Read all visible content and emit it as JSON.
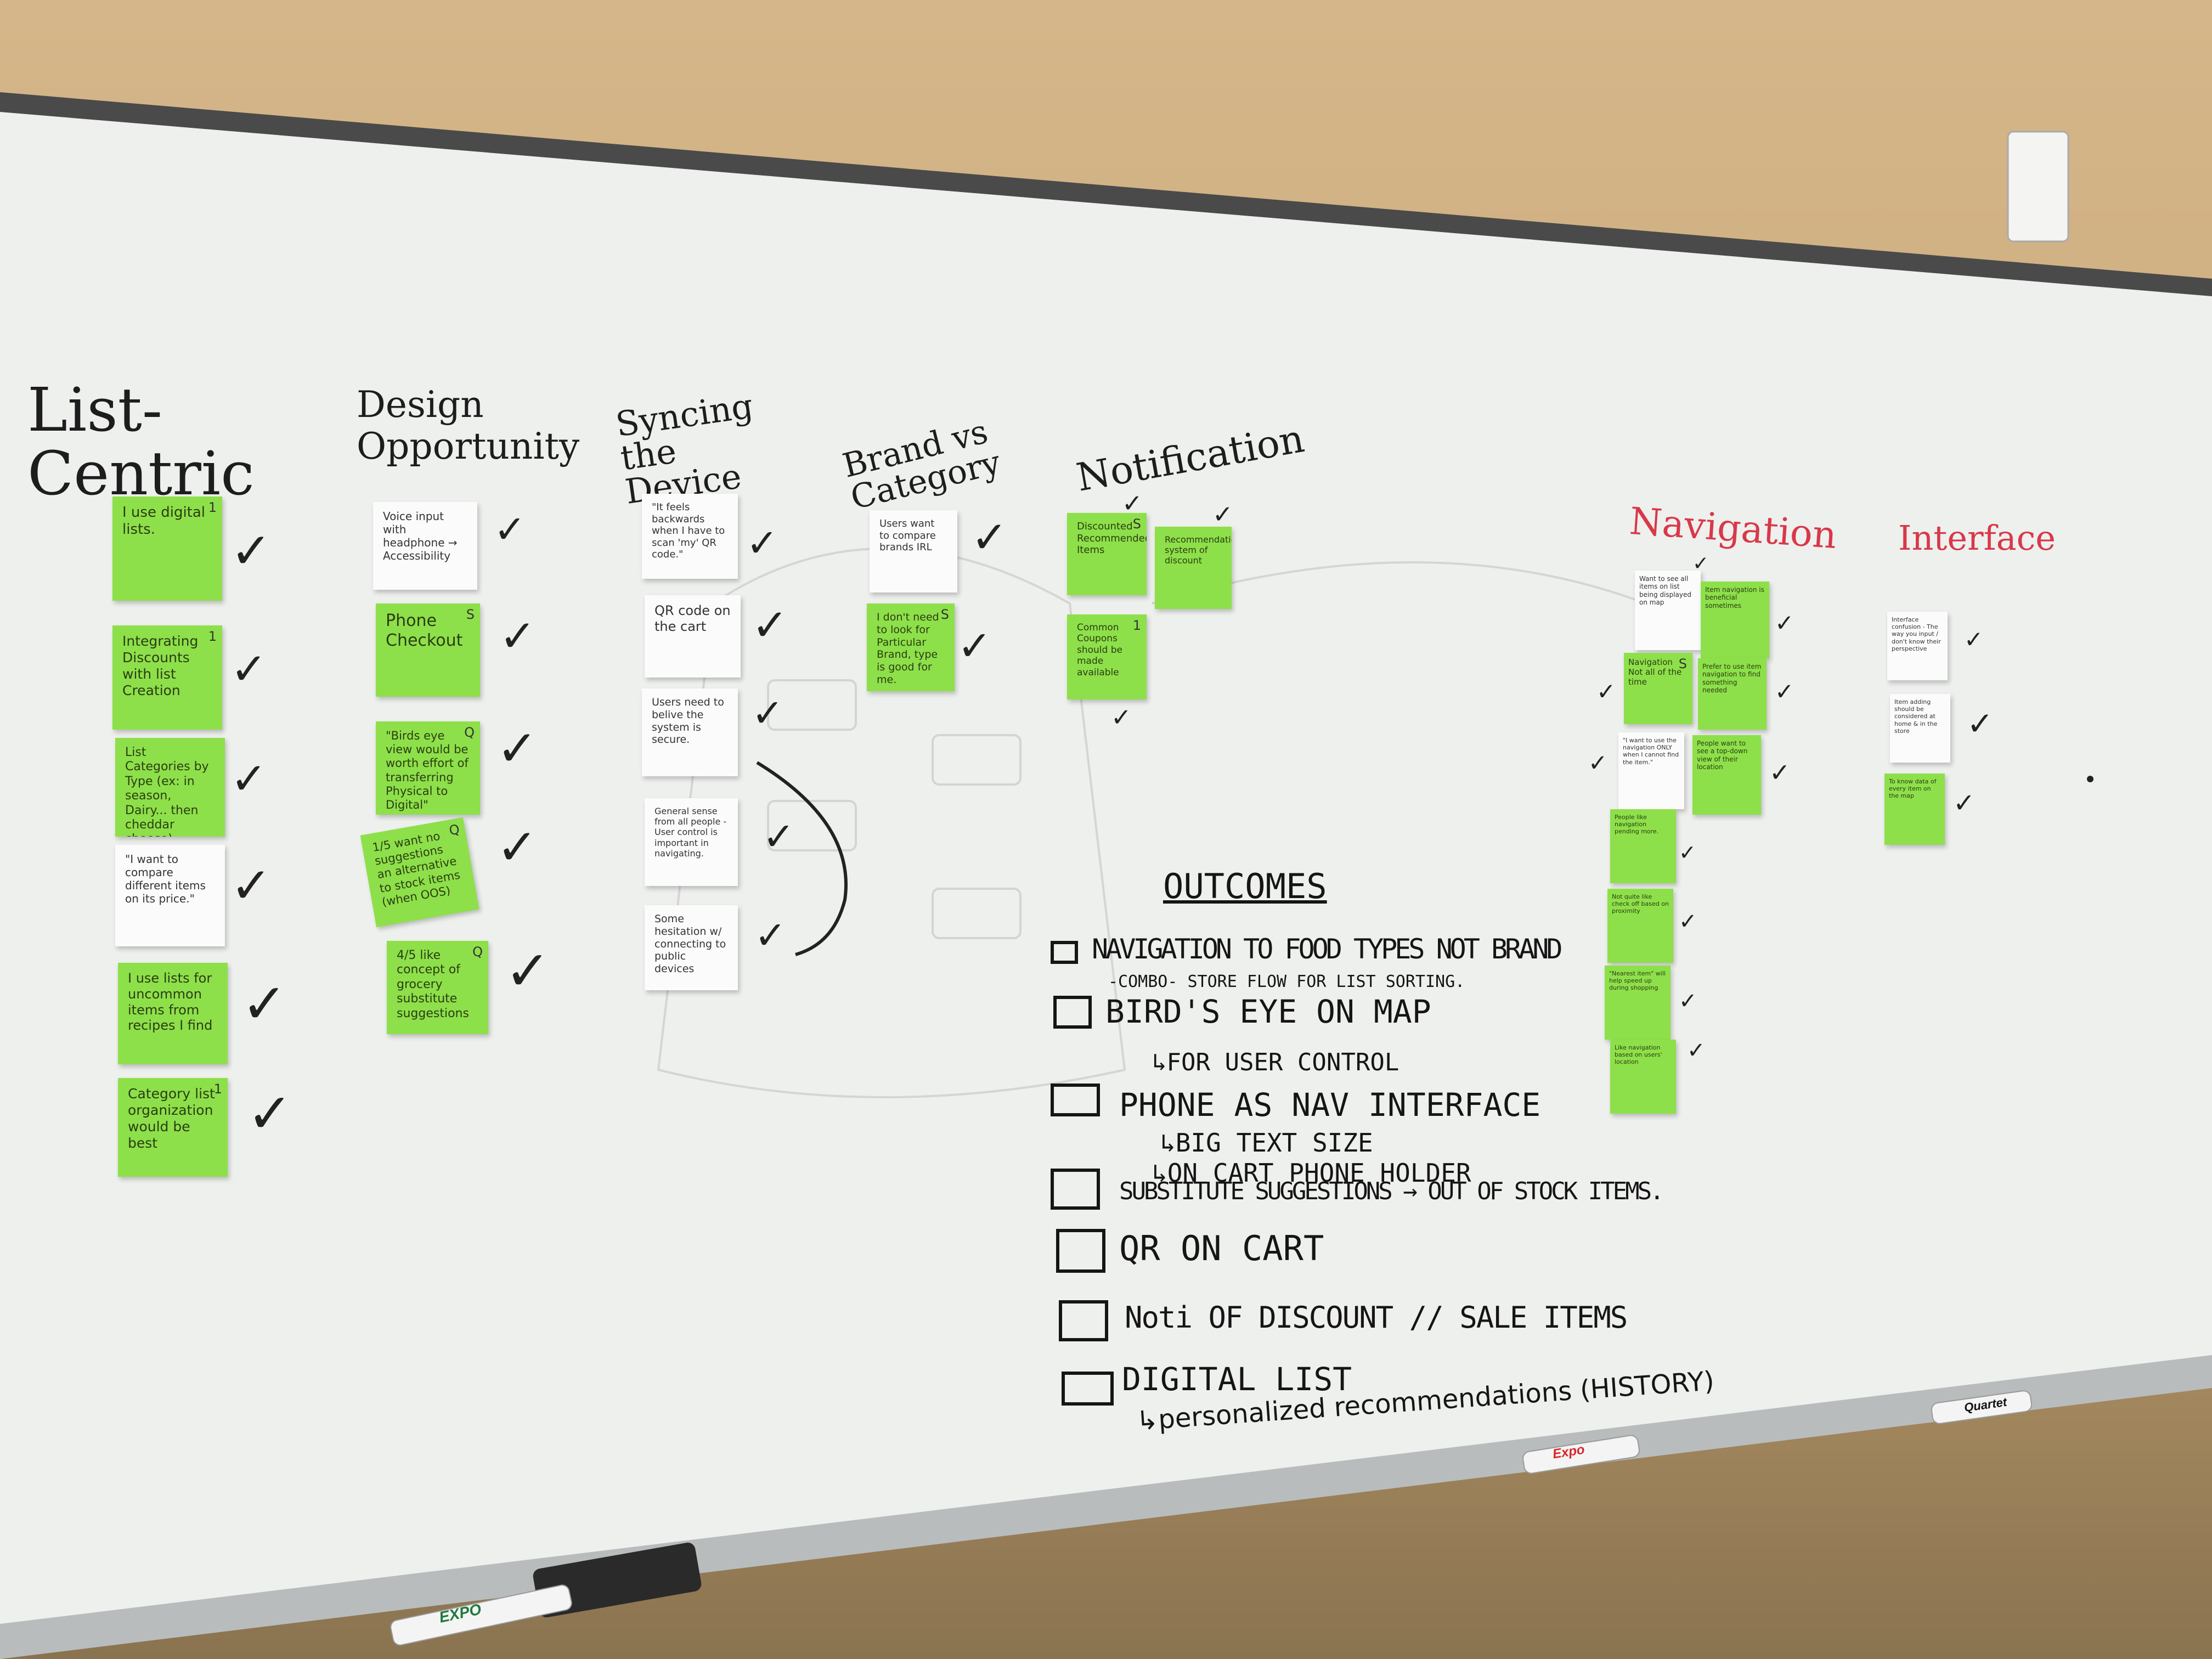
{
  "columns": [
    {
      "title": "List-Centric",
      "notes": [
        {
          "text": "I use digital lists.",
          "tag": "1"
        },
        {
          "text": "Integrating Discounts with list Creation",
          "tag": "1"
        },
        {
          "text": "List Categories by Type (ex: in season, Dairy... then cheddar cheese)",
          "tag": ""
        },
        {
          "text": "\"I want to compare different items on its price.\"",
          "tag": ""
        },
        {
          "text": "I use lists for uncommon items from recipes I find",
          "tag": ""
        },
        {
          "text": "Category list organization would be best",
          "tag": "1"
        }
      ]
    },
    {
      "title": "Design Opportunity",
      "notes": [
        {
          "text": "Voice input with headphone → Accessibility",
          "tag": ""
        },
        {
          "text": "Phone Checkout",
          "tag": "S"
        },
        {
          "text": "\"Birds eye view would be worth effort of transferring Physical to Digital\"",
          "tag": "Q"
        },
        {
          "text": "1/5 want no suggestions an alternative to stock items (when OOS)",
          "tag": "Q"
        },
        {
          "text": "4/5 like concept of grocery substitute suggestions",
          "tag": "Q"
        }
      ]
    },
    {
      "title": "Syncing the Device",
      "notes": [
        {
          "text": "\"It feels backwards when I have to scan 'my' QR code.\"",
          "tag": ""
        },
        {
          "text": "QR code on the cart",
          "tag": ""
        },
        {
          "text": "Users need to belive the system is secure.",
          "tag": ""
        },
        {
          "text": "General sense from all people - User control is important in navigating.",
          "tag": ""
        },
        {
          "text": "Some hesitation w/ connecting to public devices",
          "tag": ""
        }
      ]
    },
    {
      "title": "Brand vs Category",
      "notes": [
        {
          "text": "Users want to compare brands IRL",
          "tag": ""
        },
        {
          "text": "I don't need to look for Particular Brand, type is good for me.",
          "tag": "S"
        }
      ]
    },
    {
      "title": "Notification",
      "notes": [
        {
          "text": "Discounted Recommended Items",
          "tag": "S"
        },
        {
          "text": "Recommendation system of discount",
          "tag": ""
        },
        {
          "text": "Common Coupons should be made available",
          "tag": "1"
        }
      ]
    },
    {
      "title": "Navigation",
      "notes": [
        {
          "text": "Want to see all items on list being displayed on map",
          "tag": ""
        },
        {
          "text": "Item navigation is beneficial sometimes",
          "tag": ""
        },
        {
          "text": "Navigation Not all of the time",
          "tag": "S"
        },
        {
          "text": "Prefer to use item navigation to find something needed",
          "tag": ""
        },
        {
          "text": "\"I want to use the navigation ONLY when I cannot find the item.\"",
          "tag": ""
        },
        {
          "text": "People want to see a top-down view of their location",
          "tag": ""
        },
        {
          "text": "People like navigation pending more.",
          "tag": ""
        },
        {
          "text": "Not quite like check off based on proximity",
          "tag": ""
        },
        {
          "text": "\"Nearest item\" will help speed up during shopping",
          "tag": ""
        },
        {
          "text": "Like navigation based on users' location",
          "tag": ""
        }
      ]
    },
    {
      "title": "Interface",
      "notes": [
        {
          "text": "Interface confusion - The way you input / don't know their perspective",
          "tag": ""
        },
        {
          "text": "Item adding should be considered at home & in the store",
          "tag": ""
        },
        {
          "text": "To know data of every item on the map",
          "tag": ""
        }
      ]
    }
  ],
  "outcomes": {
    "heading": "OUTCOMES",
    "items": [
      {
        "main": "NAVIGATION TO FOOD TYPES NOT BRAND",
        "sub": [
          "-COMBO- STORE FLOW FOR LIST SORTING."
        ]
      },
      {
        "main": "BIRD'S EYE ON MAP",
        "sub": [
          "↳FOR USER CONTROL"
        ]
      },
      {
        "main": "PHONE AS NAV INTERFACE",
        "sub": [
          "↳BIG TEXT SIZE",
          "↳ON CART PHONE HOLDER"
        ]
      },
      {
        "main": "SUBSTITUTE SUGGESTIONS → OUT OF STOCK ITEMS.",
        "sub": []
      },
      {
        "main": "QR ON CART",
        "sub": []
      },
      {
        "main": "Noti OF DISCOUNT // SALE ITEMS",
        "sub": []
      },
      {
        "main": "DIGITAL LIST",
        "sub": [
          "↳personalized recommendations (HISTORY)"
        ]
      }
    ]
  },
  "markers": [
    {
      "label": "EXPO",
      "color": "#1e7a3a"
    },
    {
      "label": "Expo",
      "color": "#d8262b"
    },
    {
      "label": "Quartet",
      "color": "#111111"
    }
  ],
  "check_mark": "✓"
}
